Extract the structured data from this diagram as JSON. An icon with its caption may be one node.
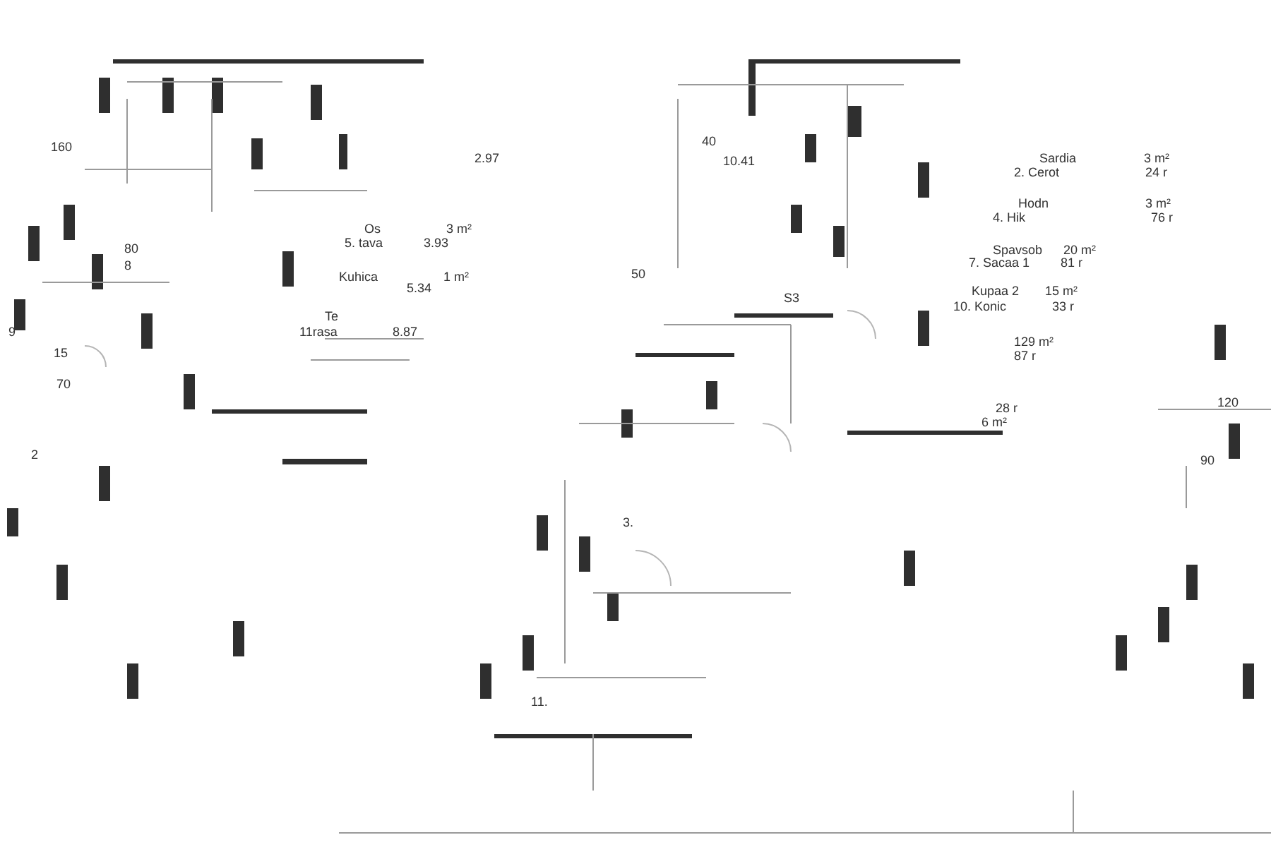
{
  "diagram": {
    "labels": [
      "160",
      "2.97",
      "Os",
      "3 m²",
      "5. tava",
      "3.93",
      "80",
      "8",
      "Kuhica",
      "1 m²",
      "5.34",
      "Te",
      "9",
      "11rasa",
      "8.87",
      "15",
      "70",
      "2",
      "40",
      "10.41",
      "50",
      "S3",
      "3.",
      "11.",
      "Sardia",
      "3 m²",
      "2. Cerot",
      "24 r",
      "Hodn",
      "3 m²",
      "4. Hik",
      "76 r",
      "Spavsob",
      "20 m²",
      "7. Sacaa 1",
      "81 r",
      "Kupaa 2",
      "15 m²",
      "10. Konic",
      "33 r",
      "129 m²",
      "87 r",
      "28 r",
      "6 m²",
      "120",
      "90"
    ]
  }
}
